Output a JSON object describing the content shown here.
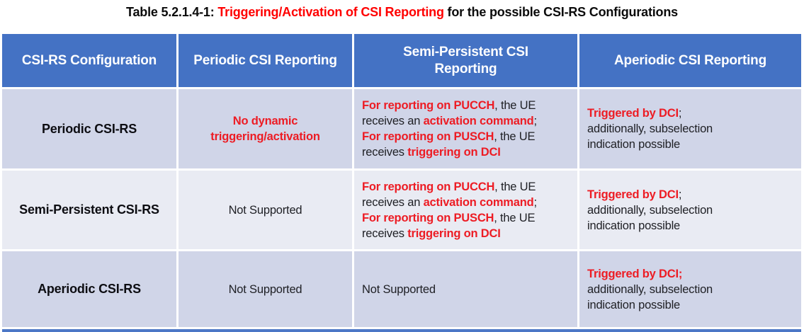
{
  "title": {
    "prefix": "Table 5.2.1.4-1: ",
    "highlight": "Triggering/Activation of CSI Reporting",
    "suffix": " for the possible CSI-RS Configurations"
  },
  "colors": {
    "header_bg": "#4472C4",
    "band_dark": "#D0D5E8",
    "band_light": "#E9EBF3",
    "red": "#ED1C24",
    "title_red": "#FF0000",
    "text_dark": "#202126",
    "header_text": "#FFFFFF",
    "table_edge": "#4C77C6"
  },
  "table": {
    "headers": [
      "CSI-RS Configuration",
      "Periodic CSI Reporting",
      "Semi-Persistent CSI Reporting",
      "Aperiodic CSI Reporting"
    ],
    "rows": [
      {
        "config": "Periodic CSI-RS",
        "periodic": [
          {
            "t": "No dynamic",
            "s": "rb"
          },
          {
            "br": true
          },
          {
            "t": "triggering/activation",
            "s": "rb"
          }
        ],
        "semi": [
          {
            "t": "For reporting on PUCCH",
            "s": "rb"
          },
          {
            "t": ", the UE receives an "
          },
          {
            "t": "activation command",
            "s": "rb"
          },
          {
            "t": ";"
          },
          {
            "br": true
          },
          {
            "t": "For reporting on PUSCH",
            "s": "rb"
          },
          {
            "t": ", the UE receives "
          },
          {
            "t": "triggering on DCI",
            "s": "rb"
          }
        ],
        "aperiodic": [
          {
            "t": "Triggered by DCI",
            "s": "rb"
          },
          {
            "t": ";"
          },
          {
            "br": true
          },
          {
            "t": "additionally, subselection"
          },
          {
            "br": true
          },
          {
            "t": "indication possible"
          }
        ]
      },
      {
        "config": "Semi-Persistent CSI-RS",
        "periodic": [
          {
            "t": "Not Supported"
          }
        ],
        "semi": [
          {
            "t": "For reporting on PUCCH",
            "s": "rb"
          },
          {
            "t": ", the UE receives an "
          },
          {
            "t": "activation command",
            "s": "rb"
          },
          {
            "t": ";"
          },
          {
            "br": true
          },
          {
            "t": "For reporting on PUSCH",
            "s": "rb"
          },
          {
            "t": ", the UE receives "
          },
          {
            "t": "triggering on DCI",
            "s": "rb"
          }
        ],
        "aperiodic": [
          {
            "t": "Triggered by DCI",
            "s": "rb"
          },
          {
            "t": ";"
          },
          {
            "br": true
          },
          {
            "t": "additionally, subselection"
          },
          {
            "br": true
          },
          {
            "t": "indication possible"
          }
        ]
      },
      {
        "config": "Aperiodic CSI-RS",
        "periodic": [
          {
            "t": "Not Supported"
          }
        ],
        "semi": [
          {
            "t": "Not Supported"
          }
        ],
        "aperiodic": [
          {
            "t": "Triggered by DCI;",
            "s": "rb"
          },
          {
            "br": true
          },
          {
            "t": "additionally, subselection"
          },
          {
            "br": true
          },
          {
            "t": "indication possible"
          }
        ]
      }
    ]
  }
}
